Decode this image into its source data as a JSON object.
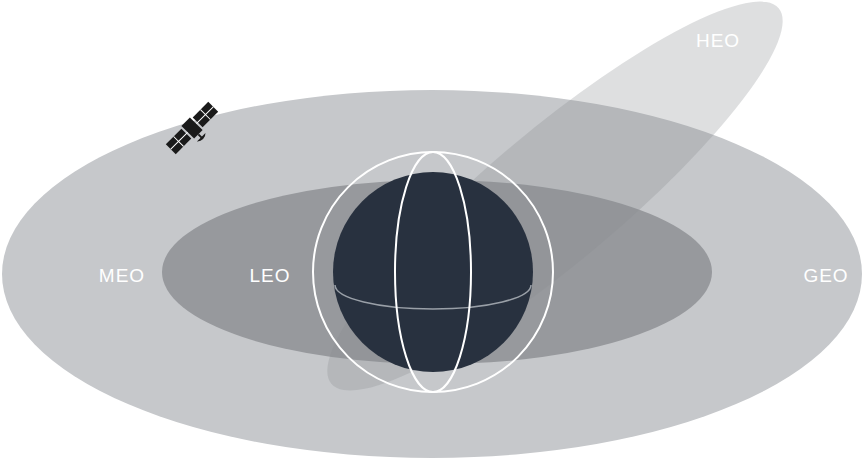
{
  "diagram": {
    "labels": [
      "HEO",
      "MEO",
      "LEO",
      "GEO"
    ]
  }
}
